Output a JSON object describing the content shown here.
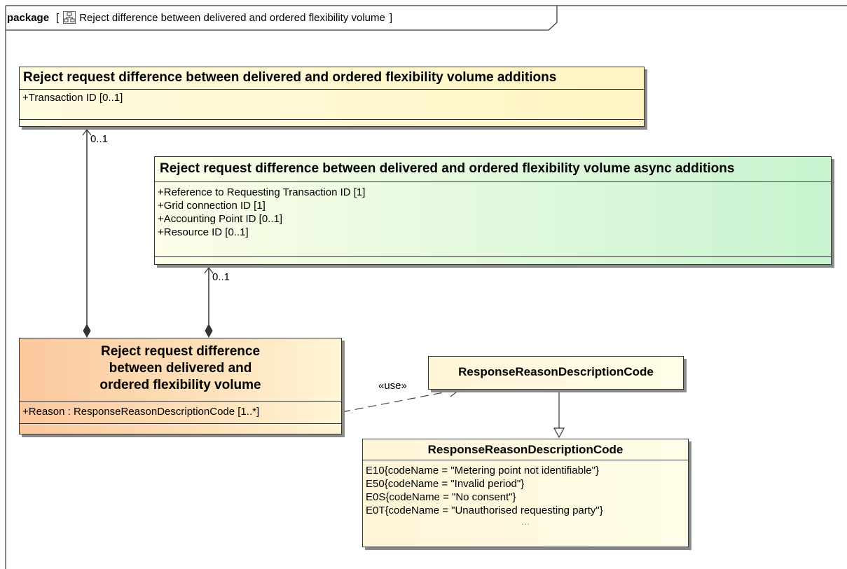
{
  "package": {
    "keyword": "package",
    "bracket_open": "[",
    "icon": "class-diagram-icon",
    "title": "Reject difference between delivered and ordered flexibility volume",
    "bracket_close": "]"
  },
  "classes": {
    "additions": {
      "name": "Reject request difference between delivered and ordered flexibility volume additions",
      "attributes": [
        "+Transaction ID [0..1]"
      ]
    },
    "async_additions": {
      "name": "Reject request difference between delivered and ordered flexibility volume async additions",
      "attributes": [
        "+Reference to Requesting Transaction ID [1]",
        "+Grid connection ID [1]",
        "+Accounting Point ID [0..1]",
        "+Resource ID [0..1]"
      ]
    },
    "reject": {
      "name_lines": [
        "Reject request difference",
        "between delivered and",
        "ordered flexibility volume"
      ],
      "attributes": [
        "+Reason : ResponseReasonDescriptionCode [1..*]"
      ]
    },
    "rrdc_ref": {
      "name": "ResponseReasonDescriptionCode"
    },
    "rrdc_enum": {
      "name": "ResponseReasonDescriptionCode",
      "literals": [
        "E10{codeName = \"Metering point not identifiable\"}",
        "E50{codeName = \"Invalid period\"}",
        "E0S{codeName = \"No consent\"}",
        "E0T{codeName = \"Unauthorised requesting party\"}"
      ],
      "ellipsis": "..."
    }
  },
  "relations": {
    "mult_additions": "0..1",
    "mult_async": "0..1",
    "use_stereotype": "«use»"
  },
  "colors": {
    "line": "#333333",
    "shadow": "#8a8a8a",
    "orange": "#fbc79d",
    "green": "#c8f3cf",
    "yellow": "#fff4c2"
  }
}
